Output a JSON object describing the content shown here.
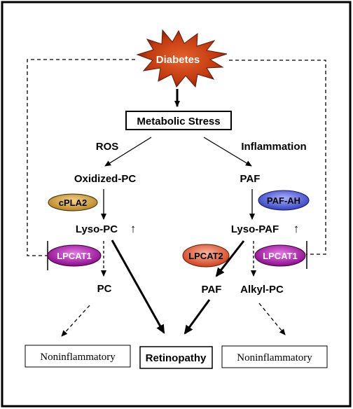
{
  "nodes": {
    "diabetes": "Diabetes",
    "metabolic_stress": "Metabolic Stress",
    "ros": "ROS",
    "inflammation": "Inflammation",
    "oxidized_pc": "Oxidized-PC",
    "paf_top": "PAF",
    "lyso_pc": "Lyso-PC",
    "lyso_paf": "Lyso-PAF",
    "pc": "PC",
    "paf_bottom": "PAF",
    "alkyl_pc": "Alkyl-PC",
    "noninflammatory_left": "Noninflammatory",
    "retinopathy": "Retinopathy",
    "noninflammatory_right": "Noninflammatory",
    "up_arrow": "↑"
  },
  "enzymes": {
    "cpla2": "cPLA2",
    "paf_ah": "PAF-AH",
    "lpcat1_left": "LPCAT1",
    "lpcat2": "LPCAT2",
    "lpcat1_right": "LPCAT1"
  },
  "colors": {
    "border": "#000000",
    "star_fill": "#c23a10",
    "star_dark": "#8a1e04",
    "cpla2_fill": "#d9a640",
    "paf_ah_fill": "#4a56d4",
    "lpcat1_fill": "#a01aa0",
    "lpcat2_fill": "#e0603a"
  }
}
